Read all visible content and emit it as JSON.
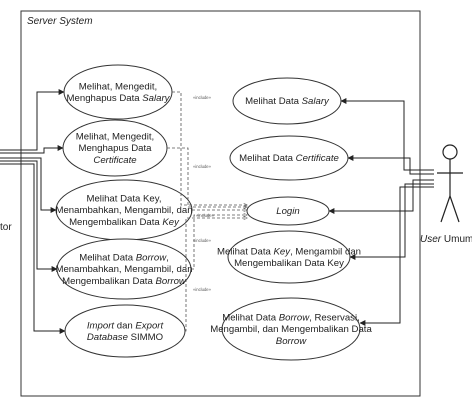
{
  "system": {
    "title": "Server System"
  },
  "actors": {
    "left": {
      "label": "tor"
    },
    "right": {
      "label_italic": "User",
      "label_rest": " Umum"
    }
  },
  "include_label": "«include»",
  "use_cases": {
    "salary_crud": {
      "lines": [
        [
          {
            "t": "Melihat, Mengedit,"
          }
        ],
        [
          {
            "t": "Menghapus Data "
          },
          {
            "t": "Salary",
            "i": true
          }
        ]
      ]
    },
    "certificate_crud": {
      "lines": [
        [
          {
            "t": "Melihat, Mengedit,"
          }
        ],
        [
          {
            "t": "Menghapus Data"
          }
        ],
        [
          {
            "t": "Certificate",
            "i": true
          }
        ]
      ]
    },
    "key_manage": {
      "lines": [
        [
          {
            "t": "Melihat Data Key,"
          }
        ],
        [
          {
            "t": "Menambahkan, Mengambil, dan"
          }
        ],
        [
          {
            "t": "Mengembalikan Data "
          },
          {
            "t": "Key",
            "i": true
          }
        ]
      ]
    },
    "borrow_manage": {
      "lines": [
        [
          {
            "t": "Melihat Data "
          },
          {
            "t": "Borrow",
            "i": true
          },
          {
            "t": ","
          }
        ],
        [
          {
            "t": "Menambahkan, Mengambil, dan"
          }
        ],
        [
          {
            "t": "Mengembalikan Data "
          },
          {
            "t": "Borrow",
            "i": true
          }
        ]
      ]
    },
    "import_export": {
      "lines": [
        [
          {
            "t": "Import",
            "i": true
          },
          {
            "t": " dan "
          },
          {
            "t": "Export",
            "i": true
          }
        ],
        [
          {
            "t": "Database",
            "i": true
          },
          {
            "t": " SIMMO"
          }
        ]
      ]
    },
    "login": {
      "lines": [
        [
          {
            "t": "Login",
            "i": true
          }
        ]
      ]
    },
    "view_salary": {
      "lines": [
        [
          {
            "t": "Melihat Data "
          },
          {
            "t": "Salary",
            "i": true
          }
        ]
      ]
    },
    "view_certificate": {
      "lines": [
        [
          {
            "t": "Melihat Data "
          },
          {
            "t": "Certificate",
            "i": true
          }
        ]
      ]
    },
    "view_key": {
      "lines": [
        [
          {
            "t": "Melihat Data "
          },
          {
            "t": "Key",
            "i": true
          },
          {
            "t": ", Mengambil dan"
          }
        ],
        [
          {
            "t": "Mengembalikan Data Key"
          }
        ]
      ]
    },
    "view_borrow": {
      "lines": [
        [
          {
            "t": "Melihat Data "
          },
          {
            "t": "Borrow",
            "i": true
          },
          {
            "t": ", Reservasi,"
          }
        ],
        [
          {
            "t": "Mengambil, dan Mengembalikan Data"
          }
        ],
        [
          {
            "t": "Borrow",
            "i": true
          }
        ]
      ]
    }
  }
}
